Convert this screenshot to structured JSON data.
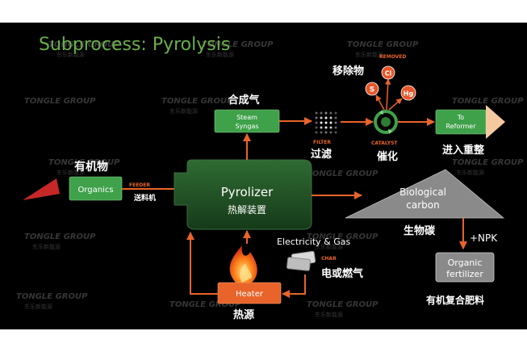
{
  "title": "Subprocess: Pyrolysis",
  "watermark": {
    "brand": "TONGLE GROUP",
    "sub": "东乐新能源"
  },
  "nodes": {
    "organics": {
      "label": "Organics",
      "cn": "有机物"
    },
    "feeder": {
      "label": "FEEDER",
      "cn": "送料机"
    },
    "pyrolizer": {
      "label": "Pyrolizer",
      "cn": "热解装置"
    },
    "syngas": {
      "line1": "Steam",
      "line2": "Syngas",
      "cn": "合成气"
    },
    "filter": {
      "label": "FILTER",
      "cn": "过滤"
    },
    "catalyst": {
      "label": "CATALYST",
      "cn": "催化"
    },
    "removed": {
      "label": "REMOVED",
      "cn": "移除物",
      "elements": [
        "S",
        "Cl",
        "Hg"
      ]
    },
    "reformer": {
      "line1": "To",
      "line2": "Reformer",
      "cn": "进入重整"
    },
    "carbon": {
      "line1": "Biological",
      "line2": "carbon",
      "cn": "生物碳"
    },
    "npk": {
      "label": "+NPK"
    },
    "fertilizer": {
      "line1": "Organic",
      "line2": "fertilizer",
      "cn": "有机复合肥料"
    },
    "char": {
      "label": "CHAR",
      "desc": "Electricity  & Gas",
      "cn": "电或燃气"
    },
    "heater": {
      "label": "Heater",
      "cn": "热源"
    }
  },
  "colors": {
    "green_box": "#3fa14a",
    "dark_green": "#1e4a22",
    "arrow": "#e8642a",
    "title": "#6ab04c",
    "removed_red": "#e8562a",
    "carbon_gray": "#8a8a8a",
    "reformer_peach": "#f5c9a0"
  }
}
